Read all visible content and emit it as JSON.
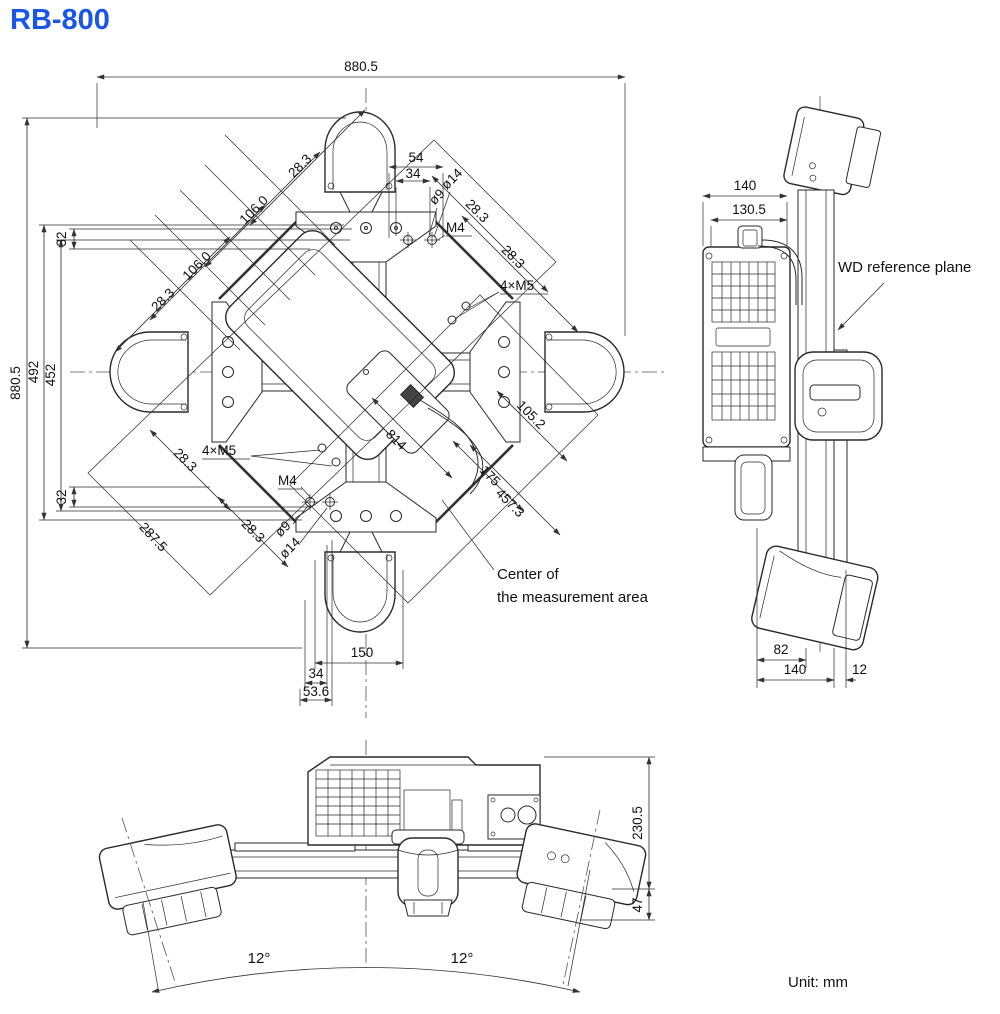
{
  "title": "RB-800",
  "unit_note": "Unit: mm",
  "colors": {
    "title_blue": "#1a56e8",
    "ink": "#2a2a2a",
    "background": "#ffffff"
  },
  "top_view": {
    "center_note": {
      "line1": "Center of",
      "line2": "the measurement area"
    },
    "dims": {
      "overall_width": "880.5",
      "overall_height": "880.5",
      "height_492": "492",
      "height_452": "452",
      "offset_32_top": "32",
      "offset_32_bottom": "32",
      "diag_283_ul_outer": "28.3",
      "diag_1060_ul_outer": "106.0",
      "diag_1060_ul_inner": "106.0",
      "diag_283_ul_inner": "28.3",
      "width_54": "54",
      "width_34": "34",
      "dia_14_top": "ø14",
      "dia_9_top": "ø9",
      "thread_m4_top": "M4",
      "diag_283_ur_outer": "28.3",
      "diag_283_ur_inner": "28.3",
      "thread_4xm5_right": "4×M5",
      "thread_4xm5_left": "4×M5",
      "diag_283_ll_upper": "28.3",
      "thread_m4_bottom": "M4",
      "diag_283_ll_lower": "28.3",
      "dia_9_bottom": "ø9",
      "dia_14_bottom": "ø14",
      "diag_2875": "287.5",
      "wd_814": "814",
      "diag_175": "175",
      "diag_4573": "457.3",
      "diag_1052": "105.2",
      "width_150": "150",
      "offset_34_bottom": "34",
      "offset_536": "53.6"
    }
  },
  "side_view": {
    "wd_note": "WD reference plane",
    "dims": {
      "depth_140_top": "140",
      "depth_1305": "130.5",
      "offset_82": "82",
      "depth_140_bottom": "140",
      "offset_12": "12"
    }
  },
  "front_view": {
    "dims": {
      "height_2305": "230.5",
      "height_47": "47",
      "angle_left": "12°",
      "angle_right": "12°"
    }
  }
}
